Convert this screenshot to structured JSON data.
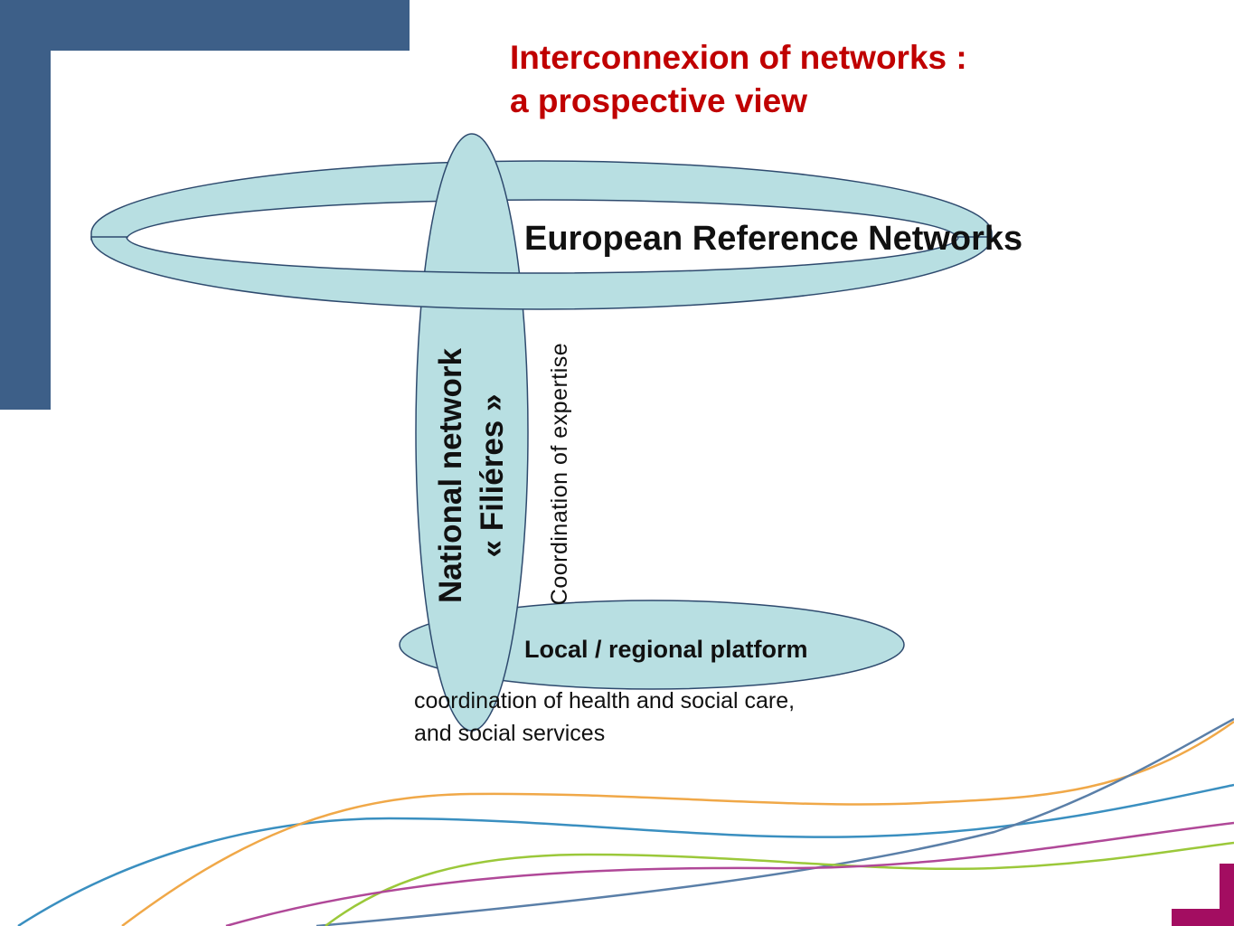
{
  "title": {
    "line1": "Interconnexion of networks :",
    "line2": "a prospective view"
  },
  "diagram": {
    "european_networks": "European Reference Networks",
    "national_network": {
      "line1": "National network",
      "line2": "« Filiéres »"
    },
    "coordination_expertise": "Coordination  of expertise",
    "local_platform": "Local / regional platform",
    "local_description": {
      "line1": "coordination of health and social care,",
      "line2": "and social services"
    }
  },
  "colors": {
    "title": "#c00000",
    "shape_fill": "#b8dfe2",
    "shape_stroke": "#2e4a6e",
    "deco_blue": "#3d5f88",
    "deco_magenta": "#a30d61",
    "wave_blue": "#3a8fc0",
    "wave_orange": "#f0a848",
    "wave_green": "#9bc83a",
    "wave_purple": "#b04898",
    "wave_slate": "#5a7fa8"
  }
}
